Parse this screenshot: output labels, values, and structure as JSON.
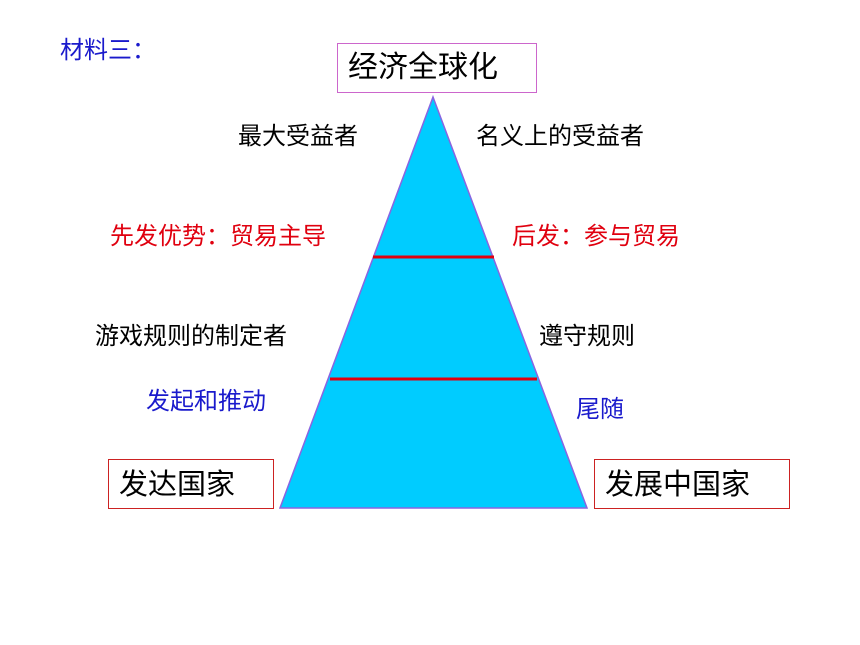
{
  "slide": {
    "material_label": "材料三：",
    "title": "经济全球化",
    "left": {
      "role": "最大受益者",
      "advantage": "先发优势：贸易主导",
      "rule": "游戏规则的制定者",
      "action": "发起和推动",
      "country": "发达国家"
    },
    "right": {
      "role": "名义上的受益者",
      "advantage": "后发：参与贸易",
      "rule": "遵守规则",
      "action": "尾随",
      "country": "发展中国家"
    }
  },
  "colors": {
    "pyramid_fill": "#00ccff",
    "pyramid_stroke": "#8a64e0",
    "divider": "#e0000f",
    "title_border": "#cc66cc",
    "country_border": "#cc2222",
    "label_blue": "#1a1acc",
    "label_red": "#e0000f"
  }
}
